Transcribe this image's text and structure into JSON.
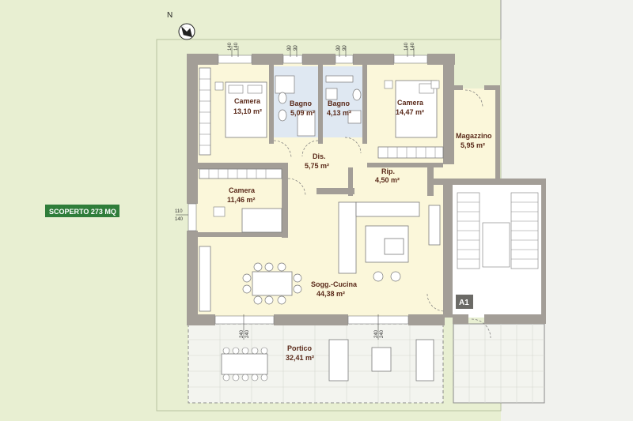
{
  "plan": {
    "garden_label": "SCOPERTO 273 MQ",
    "north_label": "N",
    "unit_label": "A1",
    "colors": {
      "garden": "#e8efd2",
      "interior": "#fbf7da",
      "wall": "#a39e97",
      "portico": "#f3f4ef",
      "badge": "#2f7d3a",
      "unit_badge": "#6b6a66",
      "room_text": "#5a2a1a",
      "bath": "#dfe8f2"
    },
    "rooms": [
      {
        "name": "Camera",
        "area": "13,10 m²"
      },
      {
        "name": "Bagno",
        "area": "5,09 m²"
      },
      {
        "name": "Bagno",
        "area": "4,13 m²"
      },
      {
        "name": "Camera",
        "area": "14,47 m²"
      },
      {
        "name": "Magazzino",
        "area": "5,95 m²"
      },
      {
        "name": "Dis.",
        "area": "5,75 m²"
      },
      {
        "name": "Rip.",
        "area": "4,50 m²"
      },
      {
        "name": "Camera",
        "area": "11,46 m²"
      },
      {
        "name": "Sogg.-Cucina",
        "area": "44,38 m²"
      },
      {
        "name": "Portico",
        "area": "32,41 m²"
      }
    ],
    "dimensions": {
      "top_windows": [
        "140",
        "140",
        "90",
        "90",
        "90",
        "90",
        "140",
        "140"
      ],
      "left_window": [
        "110",
        "140"
      ],
      "bottom_windows": [
        "240",
        "240",
        "240",
        "240"
      ]
    }
  }
}
